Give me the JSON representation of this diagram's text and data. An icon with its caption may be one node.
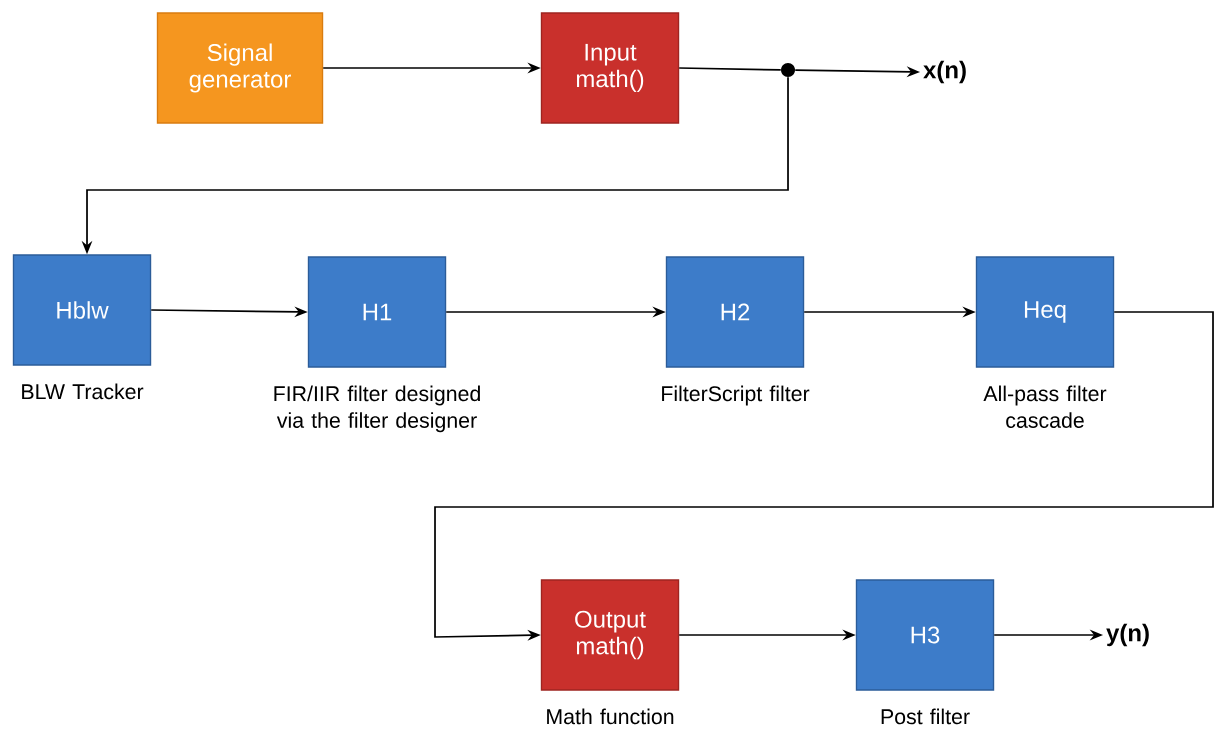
{
  "diagram": {
    "nodes": [
      {
        "text": [
          "Signal generator"
        ]
      },
      {
        "text": [
          "Input math()"
        ]
      },
      {
        "text": [],
        "shape": "circle"
      },
      {
        "text": [
          "x(n)"
        ]
      },
      {
        "text": [
          "Hblw"
        ],
        "beside": [
          "BLW Tracker"
        ]
      },
      {
        "text": [
          "H1"
        ],
        "beside": [
          "FIR/IIR filter designed via the filter designer"
        ]
      },
      {
        "text": [
          "H2"
        ],
        "beside": [
          "FilterScript filter"
        ]
      },
      {
        "text": [
          "Heq"
        ],
        "beside": [
          "All-pass filter cascade"
        ]
      },
      {
        "text": [
          "Output math()"
        ],
        "beside": [
          "Math function"
        ]
      },
      {
        "text": [
          "H3"
        ],
        "beside": [
          "Post filter"
        ]
      },
      {
        "text": [
          "y(n)"
        ]
      }
    ],
    "edges": [
      {
        "from": 0,
        "to": 1,
        "arrow": "to"
      },
      {
        "from": 1,
        "to": 2,
        "arrow": "none"
      },
      {
        "from": 2,
        "to": 3,
        "arrow": "to"
      },
      {
        "from": 2,
        "to": 4,
        "arrow": "to"
      },
      {
        "from": 4,
        "to": 5,
        "arrow": "to"
      },
      {
        "from": 5,
        "to": 6,
        "arrow": "to"
      },
      {
        "from": 6,
        "to": 7,
        "arrow": "to"
      },
      {
        "from": 7,
        "to": 8,
        "arrow": "to"
      },
      {
        "from": 8,
        "to": 9,
        "arrow": "to"
      },
      {
        "from": 9,
        "to": 10,
        "arrow": "to"
      }
    ]
  }
}
